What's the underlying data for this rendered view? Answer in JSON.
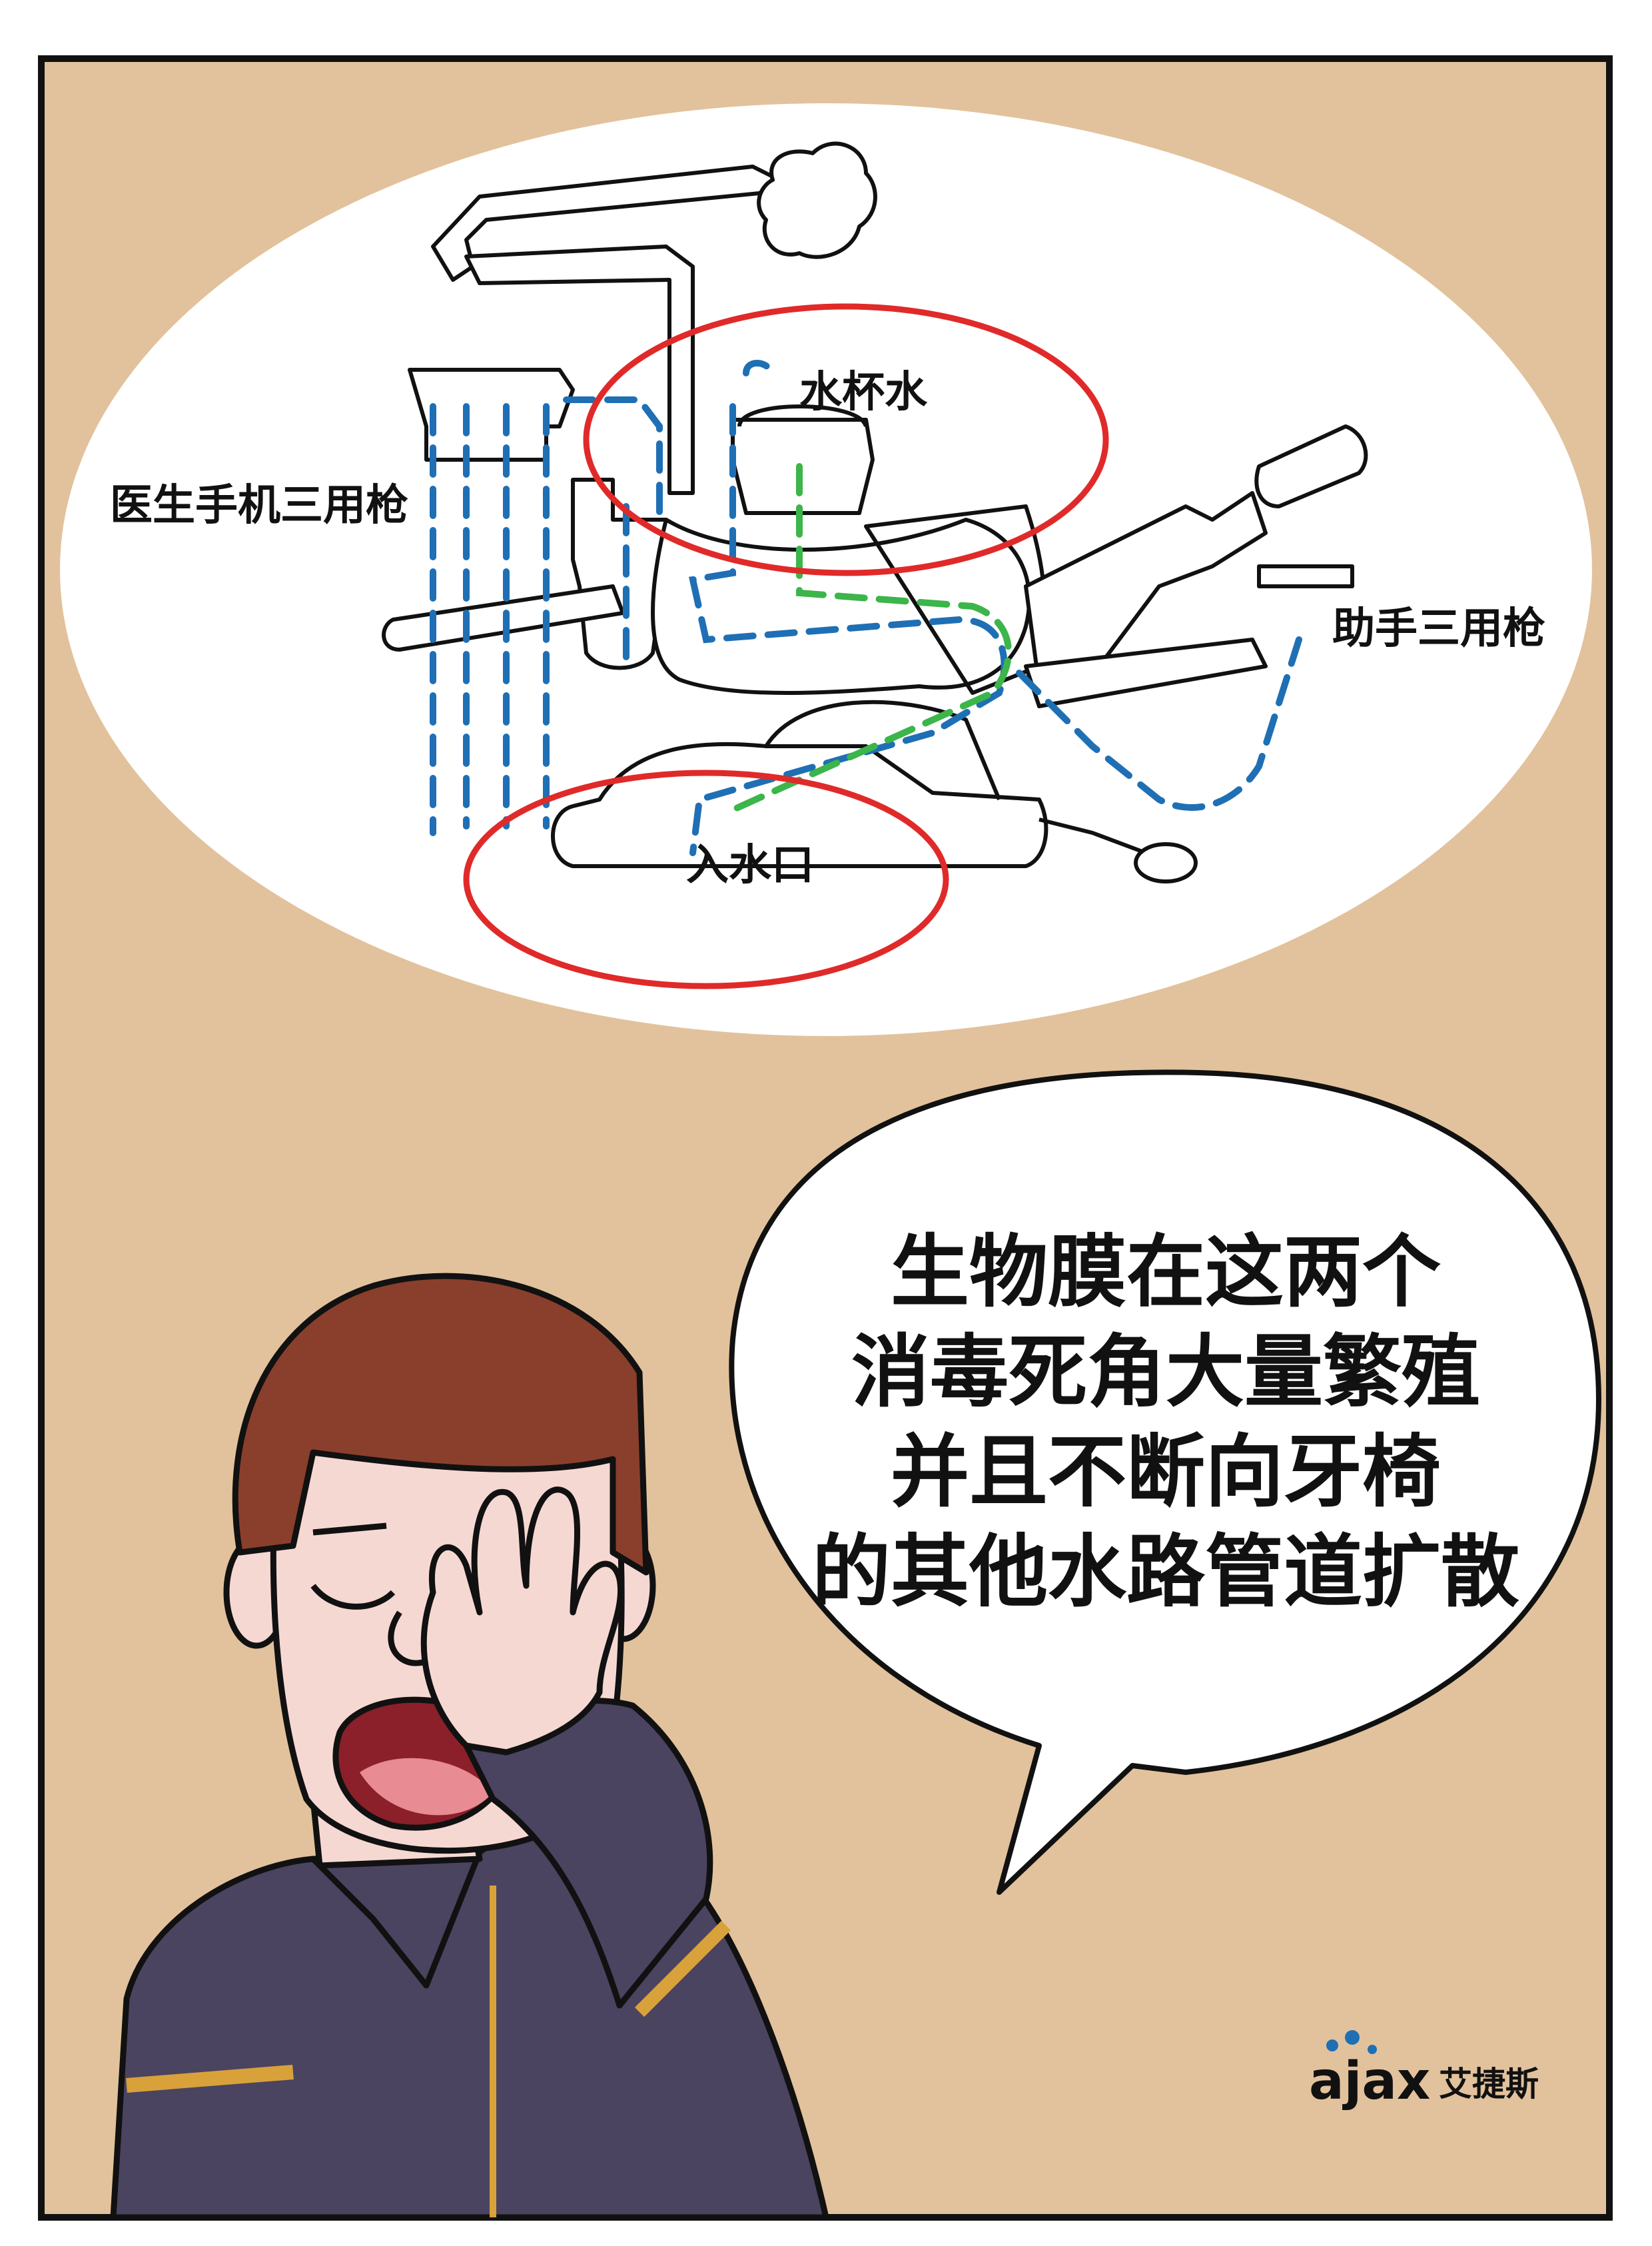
{
  "diagram": {
    "labels": {
      "cup_water": "水杯水",
      "doctor_gun": "医生手机三用枪",
      "assistant_gun": "助手三用枪",
      "water_inlet": "入水口"
    }
  },
  "speech": {
    "lines": [
      "生物膜在这两个",
      "消毒死角大量繁殖",
      "并且不断向牙椅",
      "的其他水路管道扩散"
    ]
  },
  "logo": {
    "wordmark": "ajax",
    "brand_cn": "艾捷斯"
  },
  "colors": {
    "background": "#e2c29c",
    "frame": "#111111",
    "highlight_circle": "#e02a2a",
    "water_line_blue": "#1f6fb5",
    "water_line_green": "#3cb54a",
    "hair": "#8a3f2c",
    "skin": "#f6d8d3",
    "jacket": "#4a4460",
    "stripe": "#d9a13a"
  }
}
